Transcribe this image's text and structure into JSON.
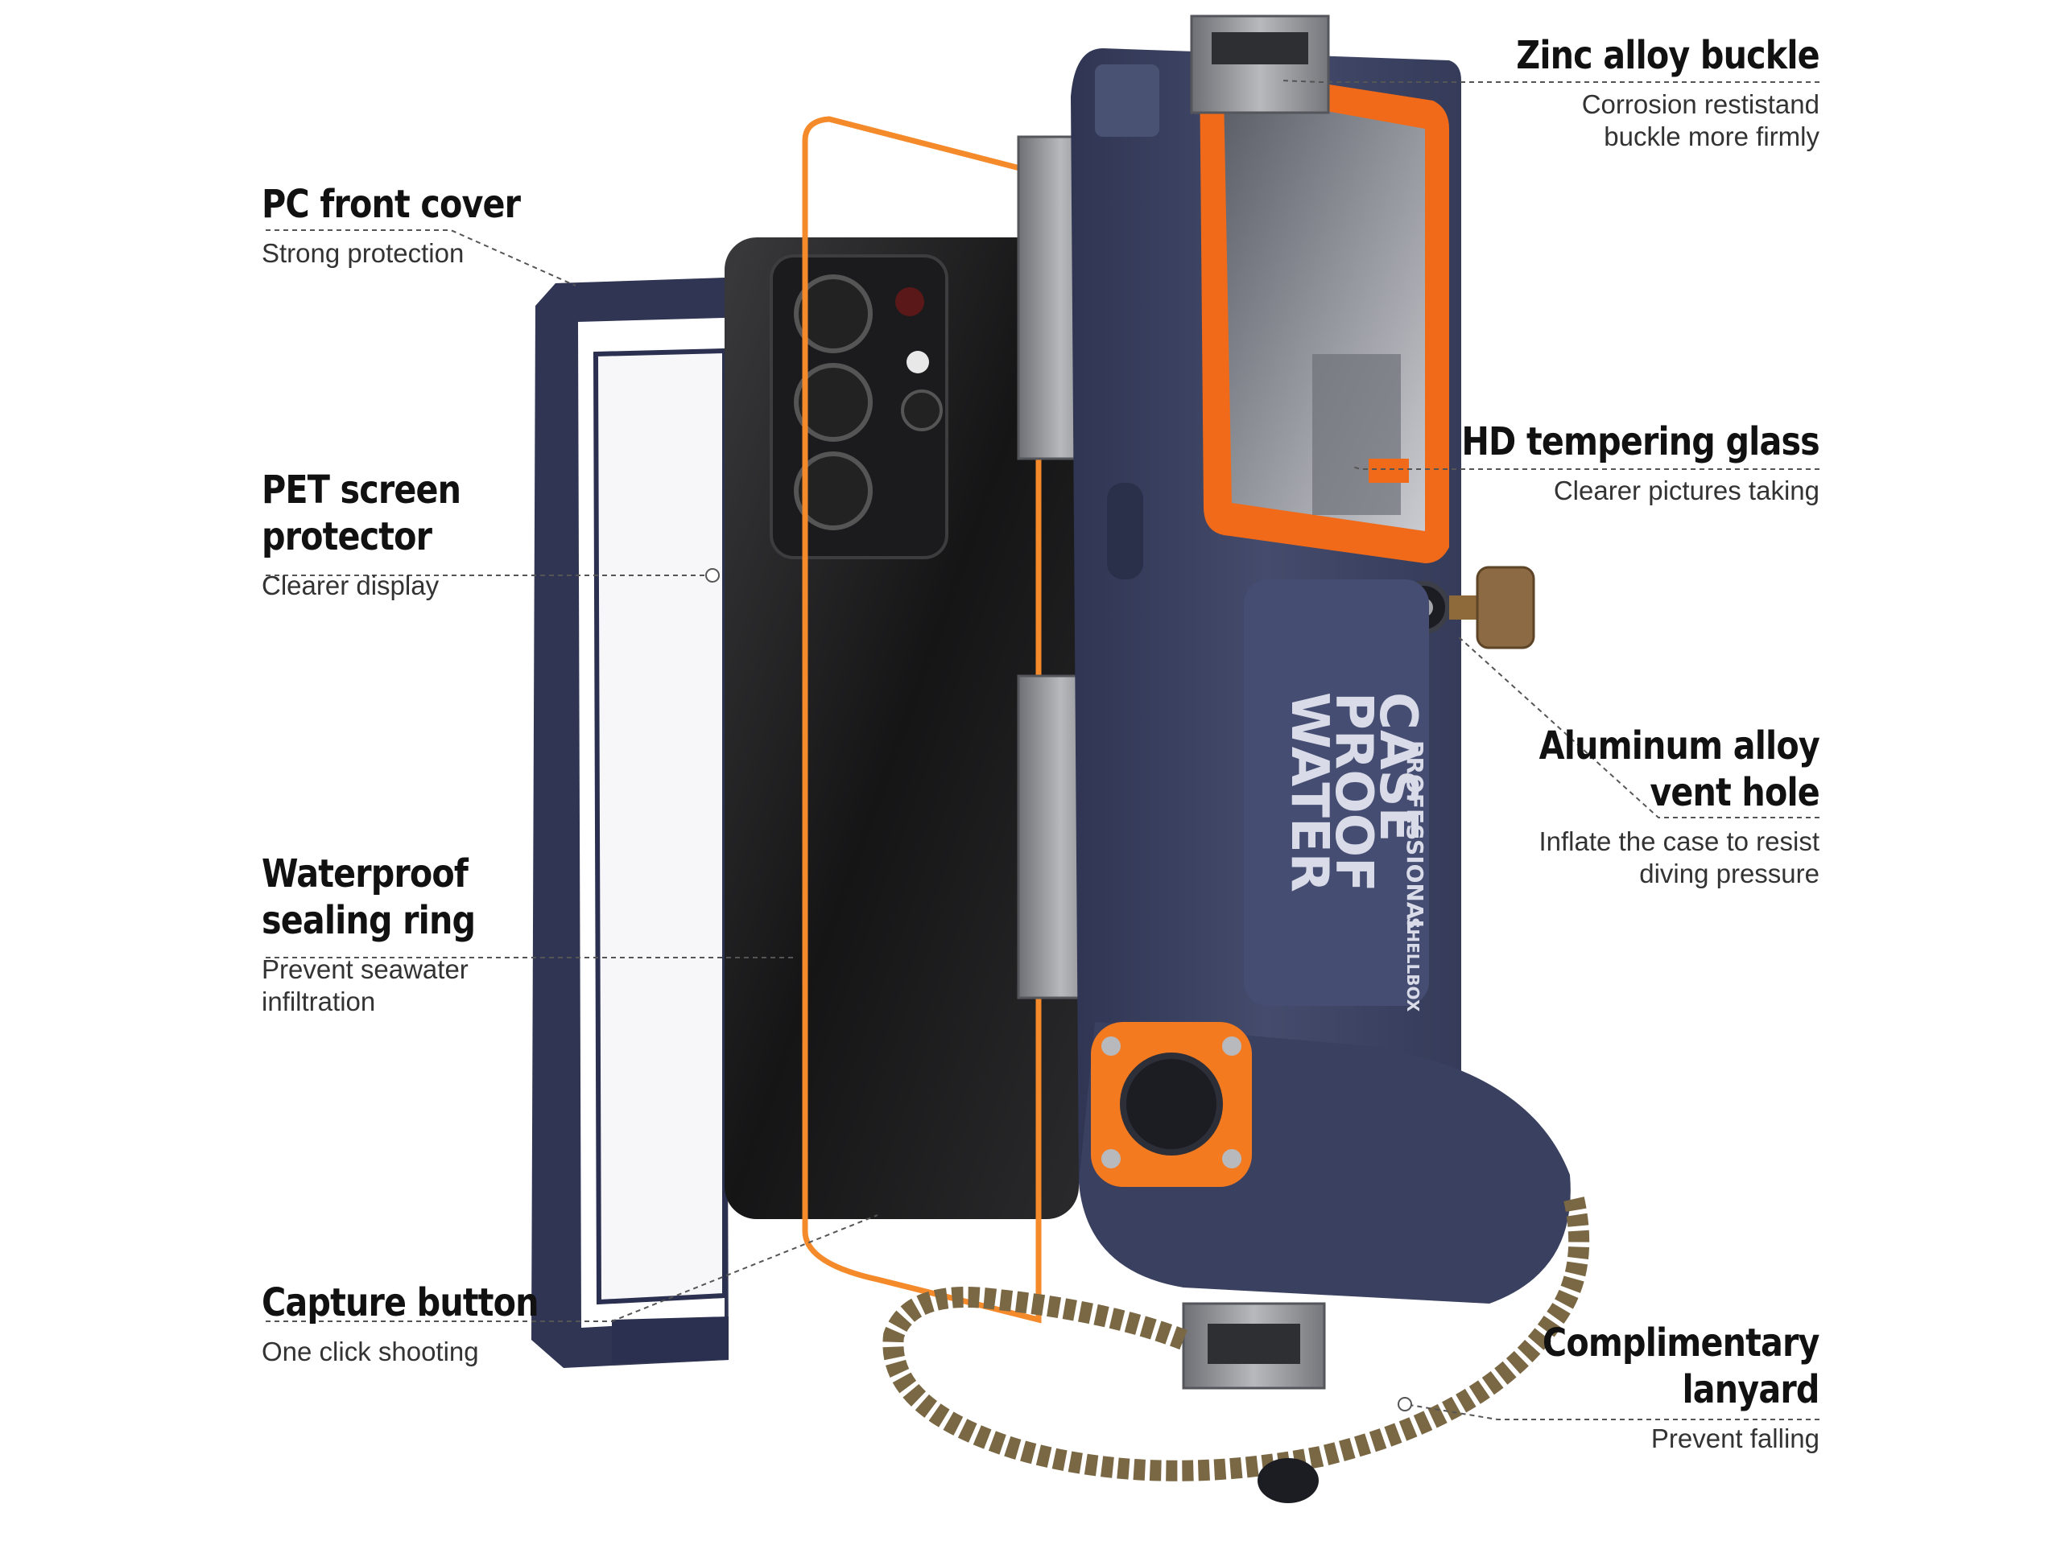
{
  "callouts": {
    "zinc_buckle": {
      "title": "Zinc alloy buckle",
      "desc_line1": "Corrosion restistand",
      "desc_line2": "buckle more firmly"
    },
    "pc_cover": {
      "title": "PC front cover",
      "desc": "Strong protection"
    },
    "hd_glass": {
      "title": "HD tempering glass",
      "desc": "Clearer pictures taking"
    },
    "pet_protector": {
      "title_line1": "PET screen",
      "title_line2": "protector",
      "desc": "Clearer display"
    },
    "vent_hole": {
      "title_line1": "Aluminum alloy",
      "title_line2": "vent hole",
      "desc_line1": "Inflate the case to resist",
      "desc_line2": "diving pressure"
    },
    "sealing_ring": {
      "title_line1": "Waterproof",
      "title_line2": "sealing ring",
      "desc_line1": "Prevent seawater",
      "desc_line2": "infiltration"
    },
    "capture_button": {
      "title": "Capture button",
      "desc": "One click shooting"
    },
    "lanyard": {
      "title_line1": "Complimentary",
      "title_line2": "lanyard",
      "desc": "Prevent falling"
    }
  },
  "case_print": {
    "line1": "WATER",
    "line2": "PROOF",
    "line3": "CASE",
    "line4": "PROFESSIONAL",
    "brand": "SHELLBOX"
  },
  "colors": {
    "case_body": "#3b4262",
    "accent_orange": "#f47a20",
    "metal": "#8e8f94",
    "text": "#111111"
  }
}
